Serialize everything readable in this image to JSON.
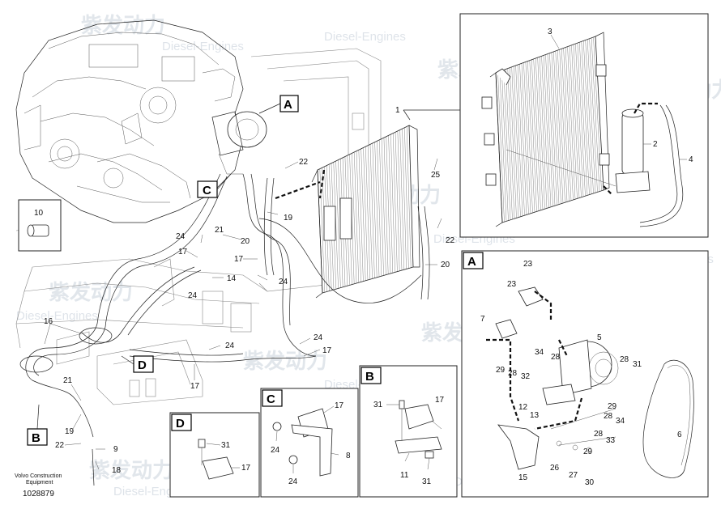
{
  "watermark": {
    "brand": "紫发动力",
    "brand_en": "Diesel-Engines"
  },
  "footer": {
    "company_line1": "Volvo Construction",
    "company_line2": "Equipment",
    "drawing_number": "1028879"
  },
  "detail_letters": {
    "A": "A",
    "B": "B",
    "C": "C",
    "D": "D"
  },
  "callouts": {
    "main": [
      "1",
      "22",
      "25",
      "22",
      "20",
      "19",
      "17",
      "24",
      "21",
      "20",
      "24",
      "17",
      "14",
      "24",
      "16",
      "24",
      "24",
      "17",
      "17",
      "21",
      "19",
      "22",
      "9",
      "18",
      "10"
    ],
    "top_detail": [
      "3",
      "2",
      "4"
    ],
    "detail_a": [
      "23",
      "23",
      "7",
      "5",
      "34",
      "28",
      "28",
      "31",
      "29",
      "28",
      "32",
      "12",
      "13",
      "29",
      "28",
      "34",
      "28",
      "33",
      "26",
      "29",
      "27",
      "15",
      "30",
      "6"
    ],
    "detail_b": [
      "31",
      "17",
      "11",
      "31"
    ],
    "detail_c": [
      "17",
      "24",
      "8",
      "24"
    ],
    "detail_d": [
      "31",
      "17"
    ]
  }
}
